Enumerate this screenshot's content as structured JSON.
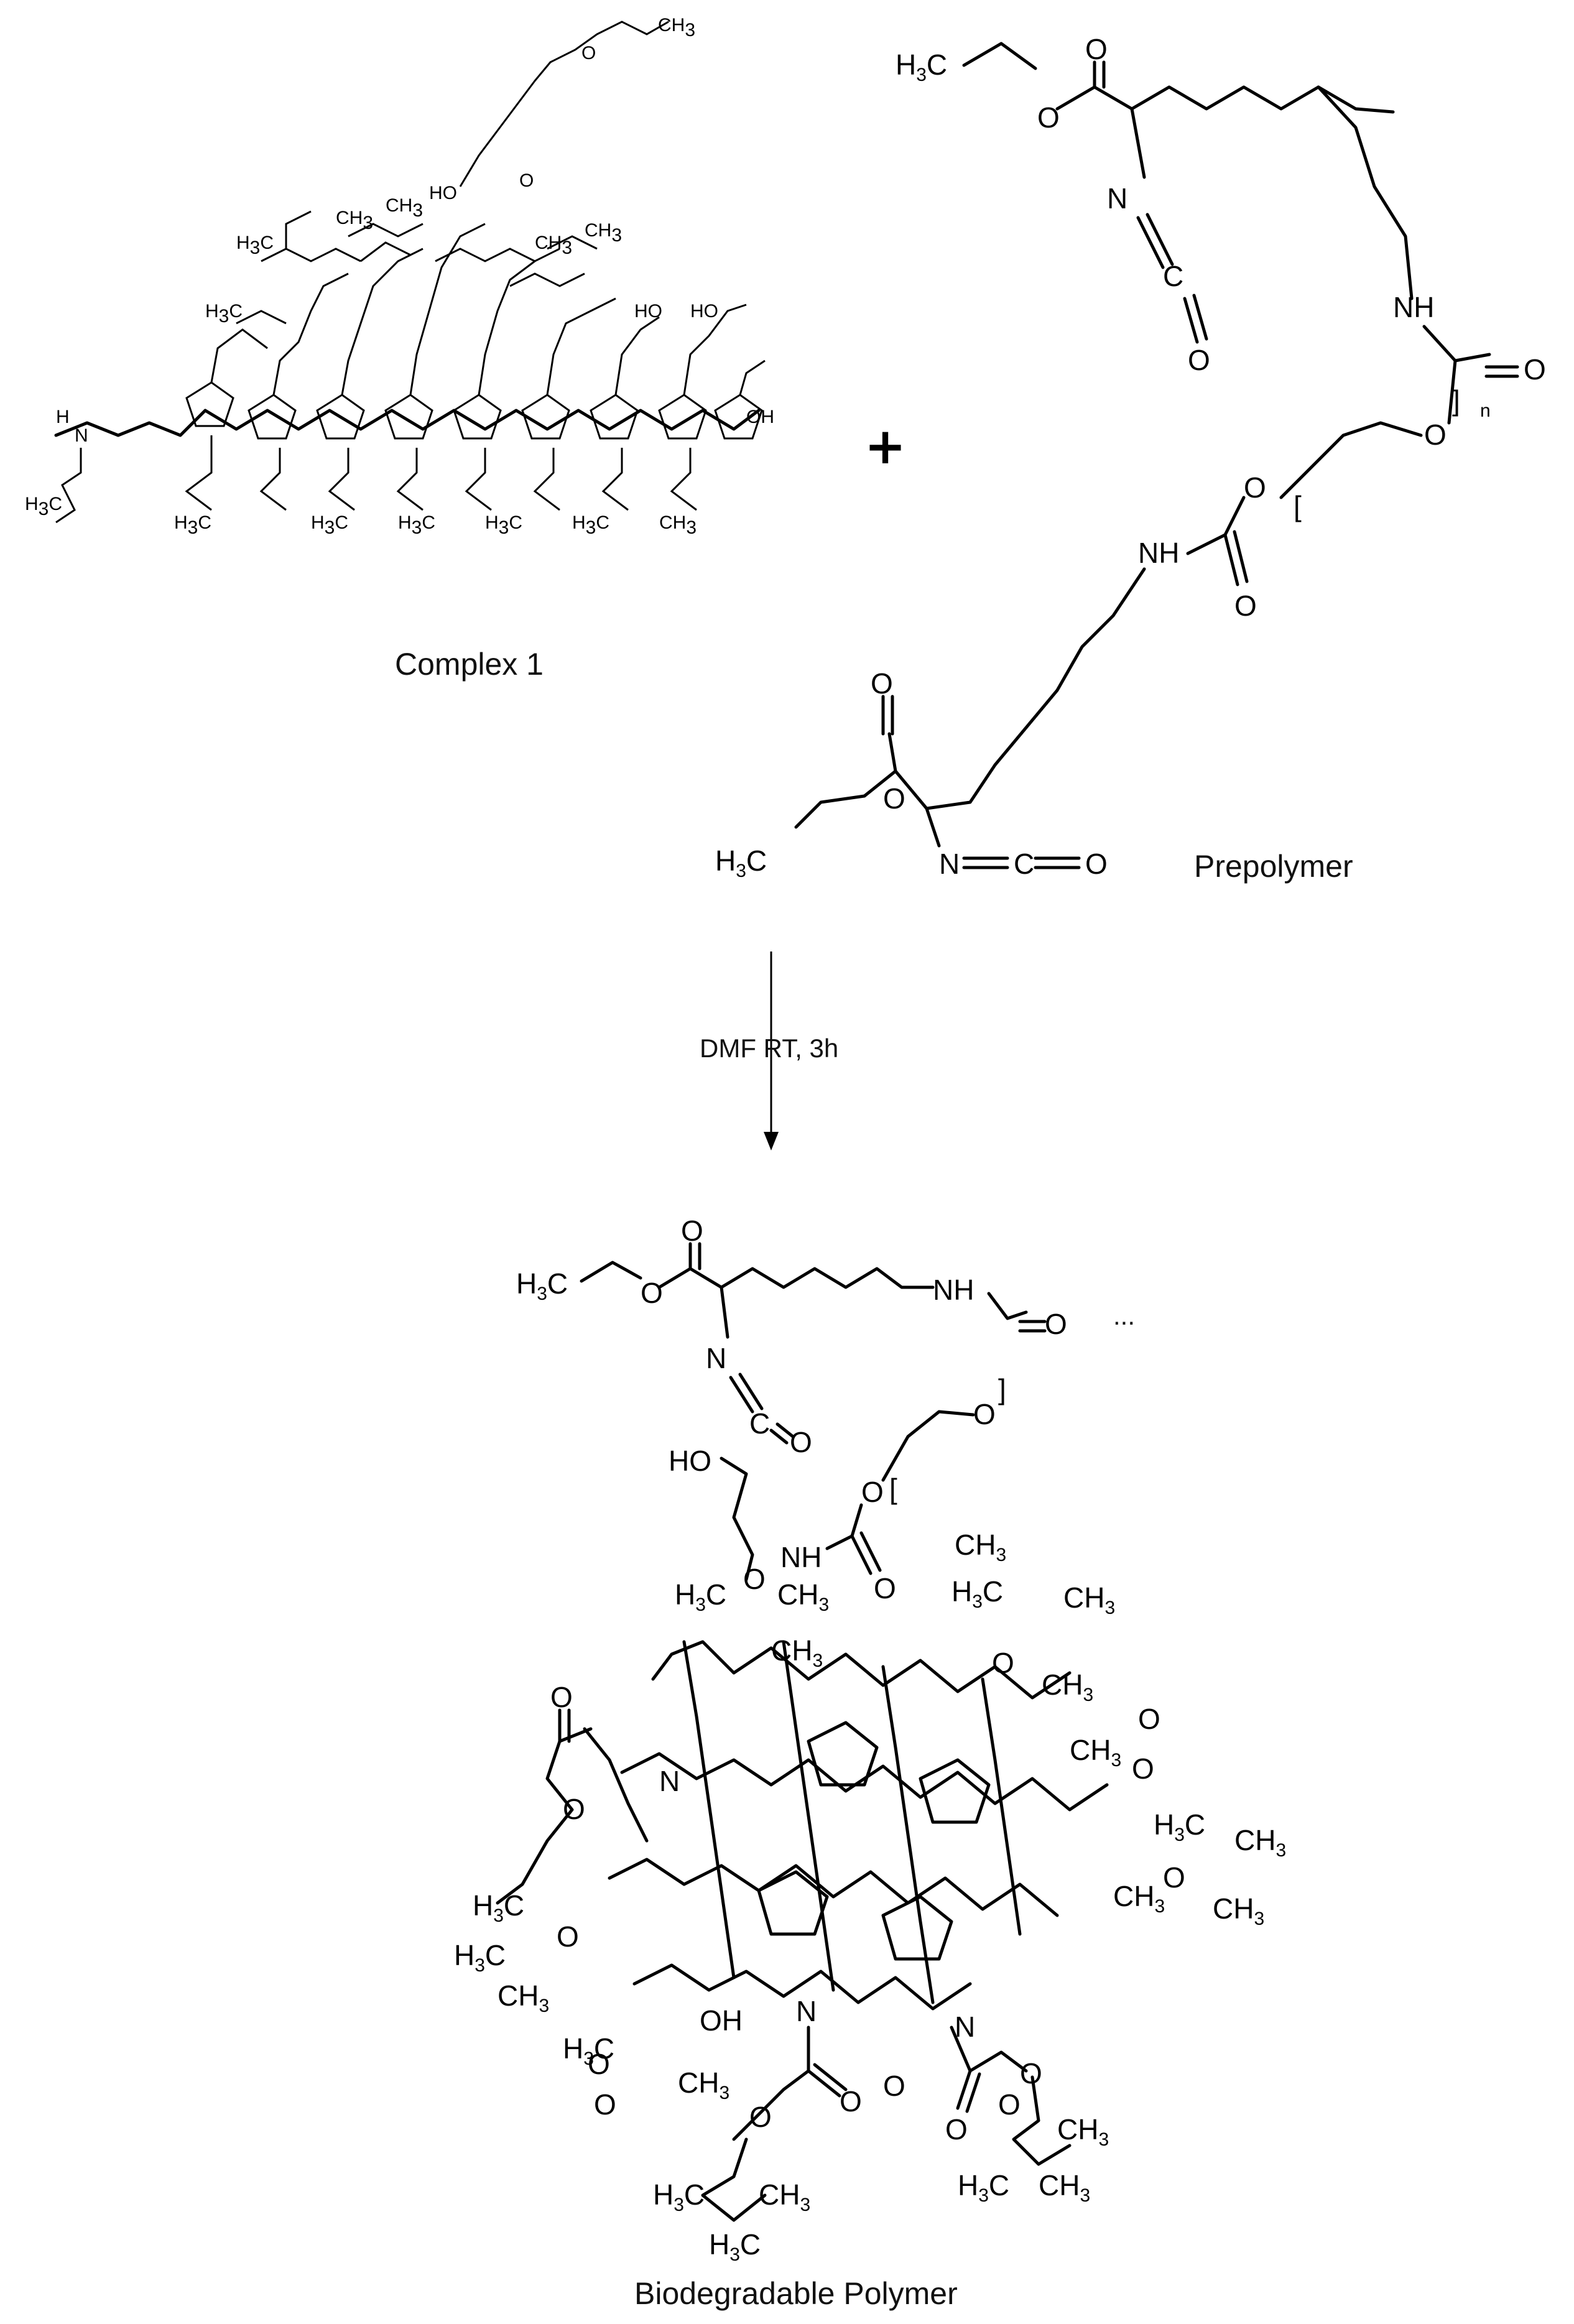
{
  "labels": {
    "complex": "Complex 1",
    "prepolymer": "Prepolymer",
    "product": "Biodegradable Polymer",
    "plus": "+",
    "conditions": "DMF RT, 3h",
    "ellipsis": "..."
  },
  "atoms": {
    "h3c": "H",
    "ch3": "CH",
    "three": "3",
    "o": "O",
    "n": "N",
    "c": "C",
    "nh": "NH",
    "ho": "HO",
    "oh": "OH",
    "h": "H",
    "bracket_open": "[",
    "bracket_close": "]",
    "n_sub": "n"
  }
}
